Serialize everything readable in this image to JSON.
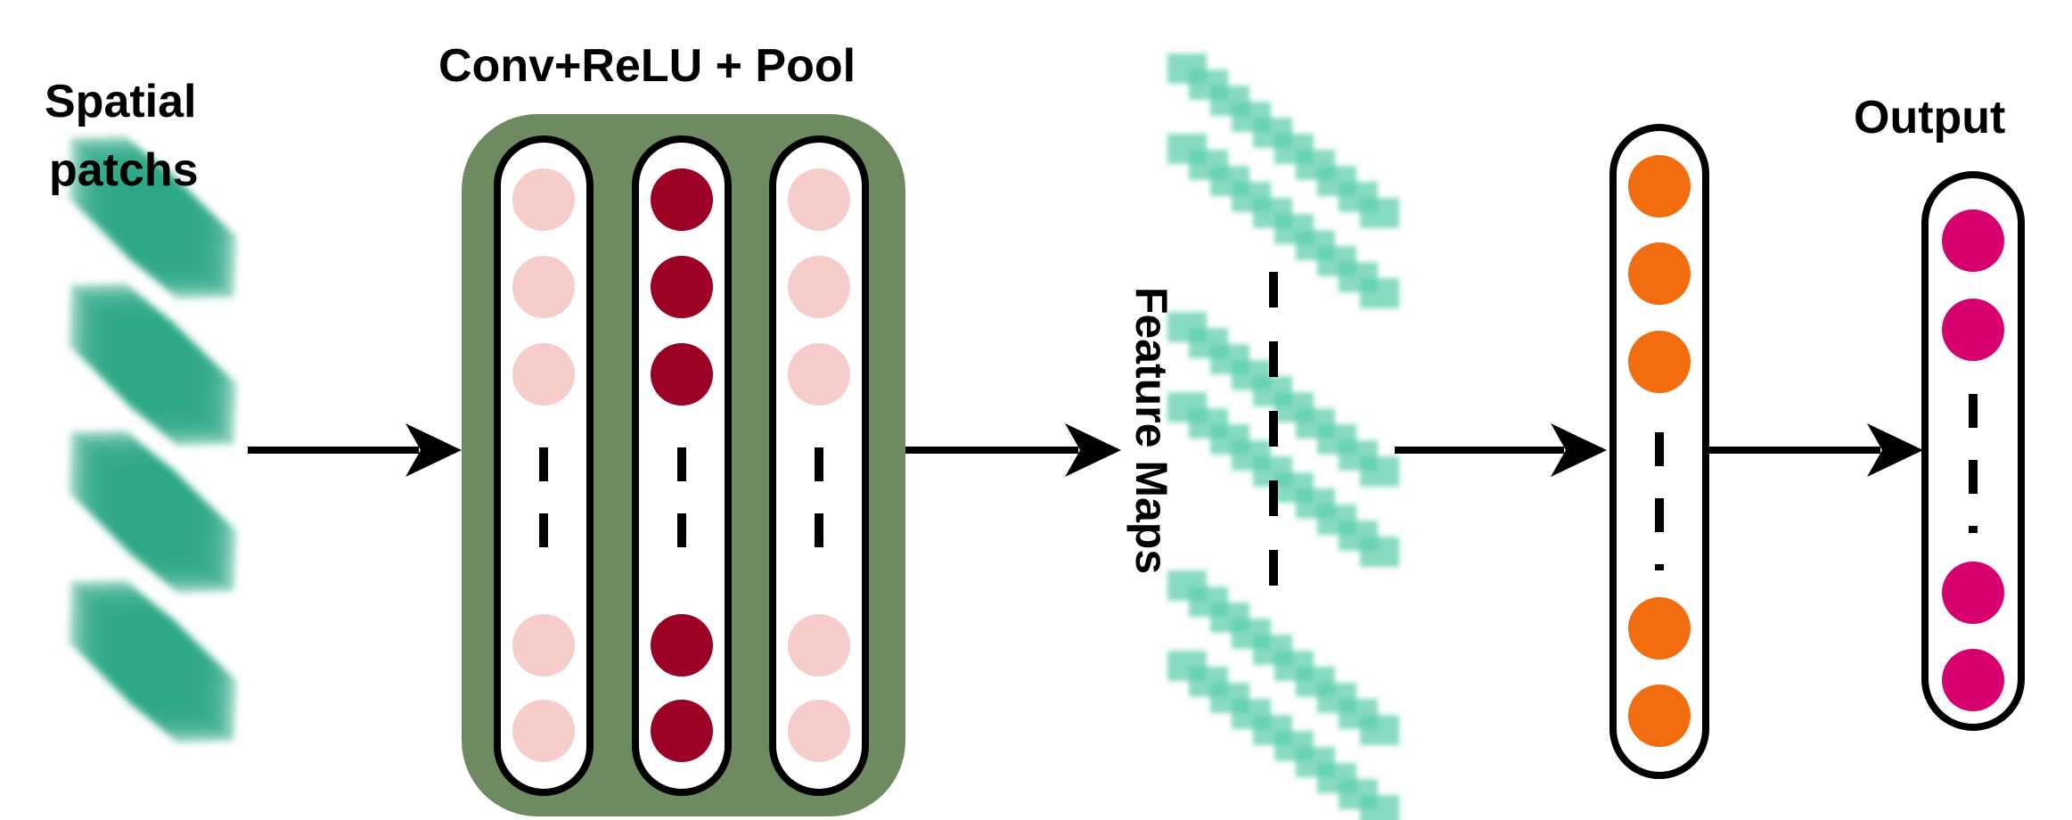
{
  "labels": {
    "spatial_patches_line1": "Spatial",
    "spatial_patches_line2": "patchs",
    "conv_block": "Conv+ReLU + Pool",
    "feature_maps": "Feature Maps",
    "output": "Output"
  },
  "colors": {
    "patch_fill": "#2ea886",
    "feature_fill": "#5fcfae",
    "conv_block_bg": "#6e8a60",
    "neuron_light": "#f6cdcb",
    "neuron_dark": "#9c0024",
    "dense_neuron": "#f26d0f",
    "output_neuron": "#d6006f",
    "arrow": "#000000"
  },
  "icons": [
    "spatial-patch-icon",
    "feature-map-icon",
    "neuron-icon",
    "ellipsis-icon",
    "arrow-icon"
  ]
}
